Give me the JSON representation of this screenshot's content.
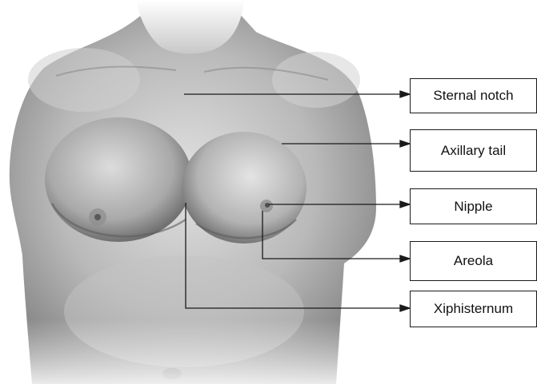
{
  "labels": {
    "sternal_notch": "Sternal notch",
    "axillary_tail": "Axillary tail",
    "nipple": "Nipple",
    "areola": "Areola",
    "xiphisternum": "Xiphisternum"
  },
  "colors": {
    "background": "#ffffff",
    "line": "#1a1a1a",
    "skin_light": "#d9d9d9",
    "skin_shadow": "#6e6e6e"
  }
}
